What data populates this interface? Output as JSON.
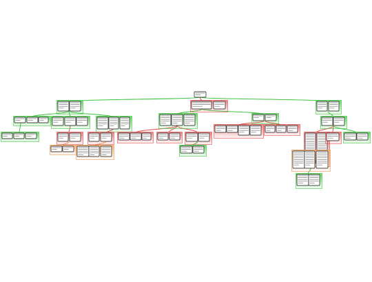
{
  "colors": {
    "background": "#ffffff",
    "support": "#3cc43c",
    "support_fill": "#5fd35f",
    "objection": "#e04a4a",
    "objection_fill": "#ee7b7b",
    "rebuttal": "#e79a55",
    "rebuttal_fill": "#f3b27a",
    "box_border": "#111111",
    "box_fill": "#ffffff"
  },
  "diagram": {
    "type": "argument-map",
    "text_legible": false,
    "node_count": 55,
    "relation_kinds": [
      "support",
      "objection",
      "rebuttal"
    ]
  }
}
